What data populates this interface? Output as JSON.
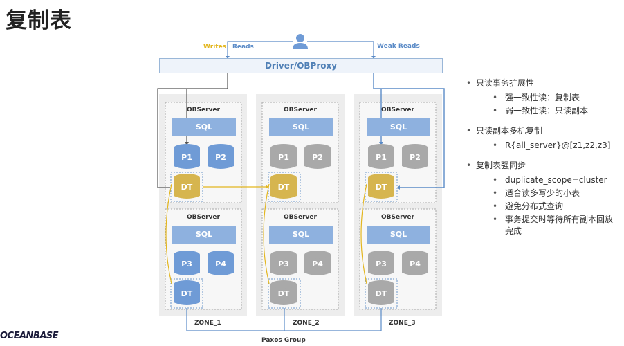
{
  "slide": {
    "title": "复制表"
  },
  "diagram": {
    "writes_label": "Writes",
    "reads_label": "Reads",
    "weak_reads_label": "Weak Reads",
    "proxy_label": "Driver/OBProxy",
    "server_label": "OBServer",
    "sql_label": "SQL",
    "paxos_label": "Paxos Group",
    "zones": [
      {
        "label": "ZONE_1",
        "top": {
          "p_a": "P1",
          "p_b": "P2",
          "dt": "DT"
        },
        "bottom": {
          "p_a": "P3",
          "p_b": "P4",
          "dt": "DT"
        }
      },
      {
        "label": "ZONE_2",
        "top": {
          "p_a": "P1",
          "p_b": "P2",
          "dt": "DT"
        },
        "bottom": {
          "p_a": "P3",
          "p_b": "P4",
          "dt": "DT"
        }
      },
      {
        "label": "ZONE_3",
        "top": {
          "p_a": "P1",
          "p_b": "P2",
          "dt": "DT"
        },
        "bottom": {
          "p_a": "P3",
          "p_b": "P4",
          "dt": "DT"
        }
      }
    ],
    "colors": {
      "leader_blue": "#6f9bd6",
      "replica_gray": "#a9a9a9",
      "dt_gold": "#d6b54f",
      "dt_blue": "#6f9bd6",
      "dt_gray": "#a9a9a9",
      "writes_yellow": "#e3b61f",
      "line_blue": "#5b8bc7",
      "line_dark": "#555555"
    }
  },
  "bullets": [
    {
      "text": "只读事务扩展性",
      "sub": [
        "强一致性读：复制表",
        "弱一致性读：只读副本"
      ]
    },
    {
      "text": "只读副本多机复制",
      "sub": [
        "R{all_server}@[z1,z2,z3]"
      ]
    },
    {
      "text": "复制表强同步",
      "sub": [
        "duplicate_scope=cluster",
        "适合读多写少的小表",
        "避免分布式查询",
        "事务提交时等待所有副本回放完成"
      ]
    }
  ],
  "footer": {
    "logo": "OCEANBASE"
  }
}
